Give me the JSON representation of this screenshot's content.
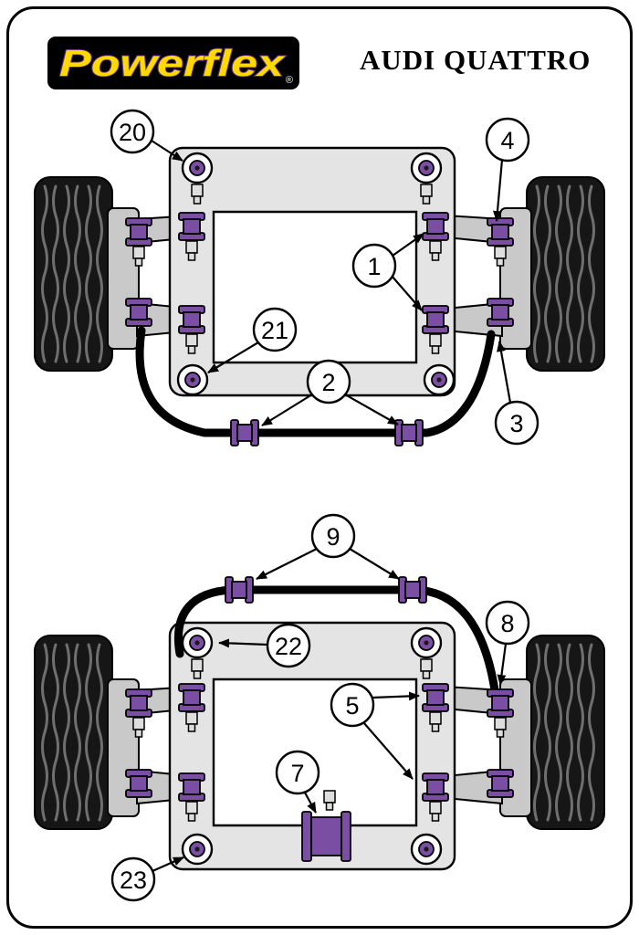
{
  "header": {
    "brand": "Powerflex",
    "registered": "®",
    "title": "AUDI QUATTRO"
  },
  "colors": {
    "bushing_purple": "#7a4fa3",
    "logo_yellow": "#ffd900",
    "logo_outline_purple": "#5b2c8e",
    "logo_background": "#000000",
    "frame_gray": "#e4e4e4",
    "arm_gray": "#c9c9c9",
    "tire_black": "#161616",
    "outline_black": "#000000"
  },
  "diagrams": {
    "front": {
      "name": "front-suspension",
      "callouts": [
        {
          "label": "20"
        },
        {
          "label": "4"
        },
        {
          "label": "1"
        },
        {
          "label": "21"
        },
        {
          "label": "2"
        },
        {
          "label": "3"
        }
      ]
    },
    "rear": {
      "name": "rear-suspension",
      "callouts": [
        {
          "label": "9"
        },
        {
          "label": "22"
        },
        {
          "label": "8"
        },
        {
          "label": "5"
        },
        {
          "label": "7"
        },
        {
          "label": "23"
        }
      ]
    }
  }
}
